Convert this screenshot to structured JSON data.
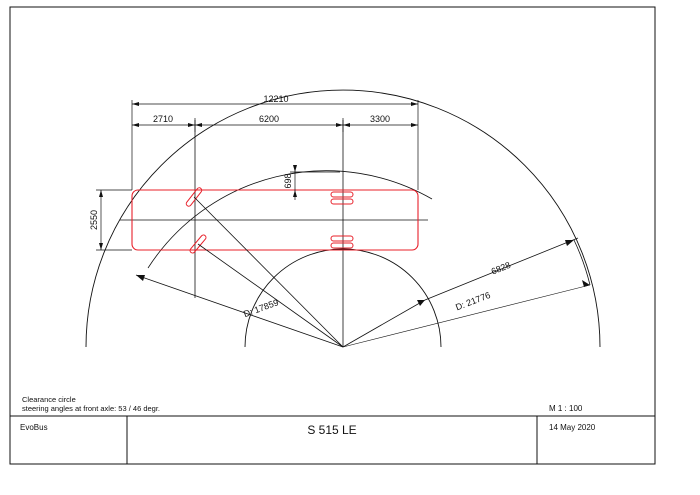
{
  "dimensions": {
    "overall_length": "12210",
    "front_overhang": "2710",
    "wheelbase": "6200",
    "rear_overhang": "3300",
    "width": "2550",
    "offset": "698",
    "ring_width": "6828",
    "outer_diameter_label": "D: 17859",
    "inner_diameter_label": "D: 21776"
  },
  "notes": {
    "title": "Clearance circle",
    "steering": "steering angles at front axle: 53 / 46 degr.",
    "scale": "M 1 : 100"
  },
  "title_block": {
    "company": "EvoBus",
    "model": "S 515 LE",
    "date": "14 May 2020"
  },
  "colors": {
    "bus_outline": "#e8202a",
    "lines": "#111111"
  }
}
